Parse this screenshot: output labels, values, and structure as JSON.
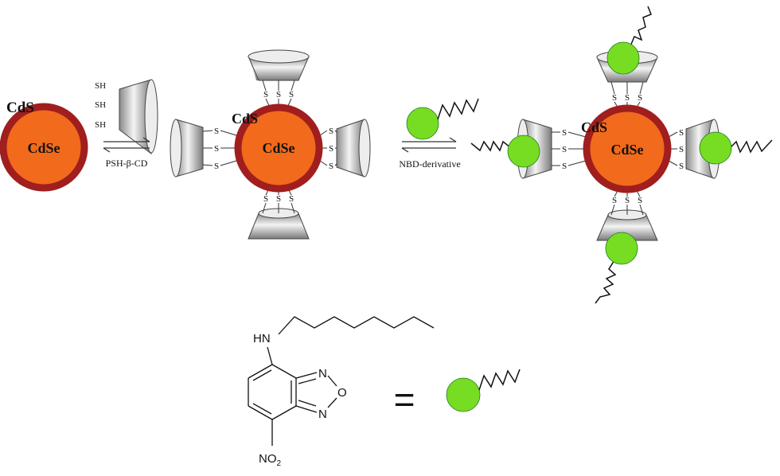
{
  "labels": {
    "shell": "CdS",
    "core": "CdSe",
    "thiol": "SH",
    "sulfur": "S",
    "reagent_1": "PSH-β-CD",
    "reagent_2": "NBD-derivative",
    "equals": "=",
    "amine": "HN",
    "nitrogen": "N",
    "oxygen": "O",
    "nitro": "NO",
    "nitro_sub": "2"
  },
  "colors": {
    "core": "#f26a1b",
    "shell": "#a01e1e",
    "fluorophore": "#77dd22",
    "cyclodextrin": "#cfcfcf",
    "arrow": "#333333"
  },
  "icons": {
    "reversible_arrow": "equilibrium-arrow-icon",
    "cyclodextrin": "truncated-cone-icon",
    "nbd_probe": "green-ball-with-alkyl-tail-icon"
  }
}
